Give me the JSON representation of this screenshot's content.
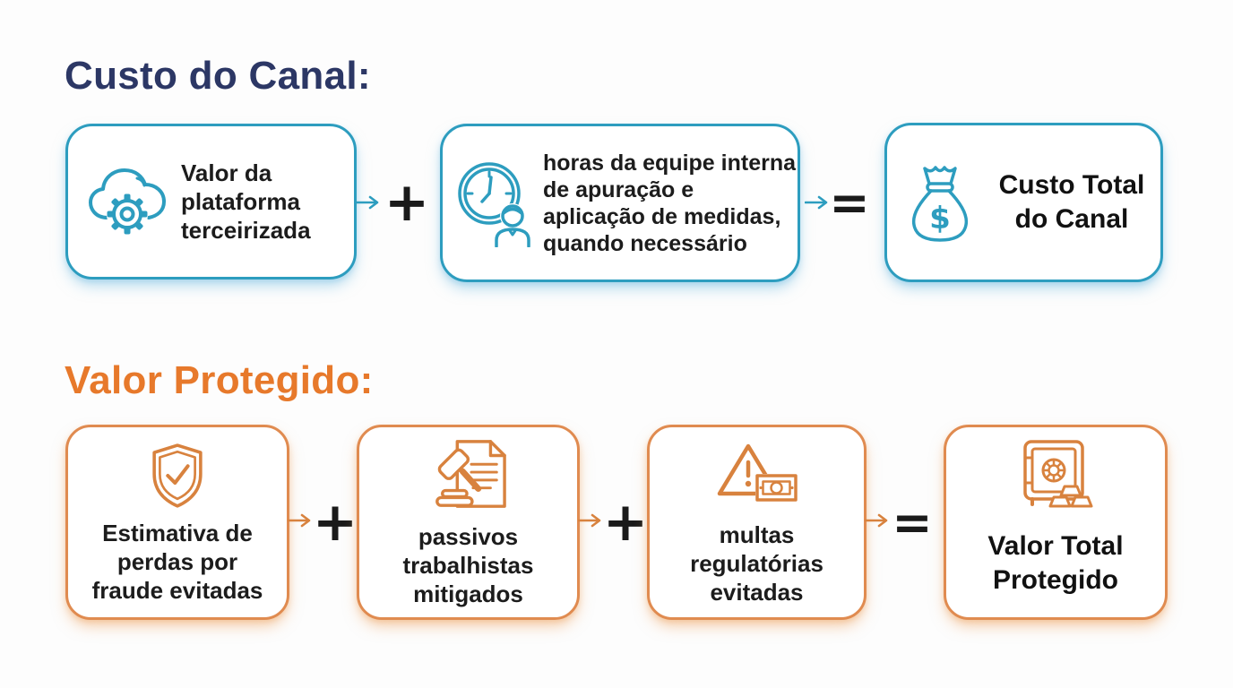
{
  "cost_row": {
    "title": "Custo do Canal:",
    "title_color": "#2c3765",
    "accent_color": "#2d9dbf",
    "boxes": [
      {
        "icon": "cloud-gear-icon",
        "label": "Valor da plataforma terceirizada"
      },
      {
        "icon": "clock-person-icon",
        "label": "horas da equipe interna de apuração e aplicação de medidas, quando necessário"
      },
      {
        "icon": "money-bag-icon",
        "label": "Custo Total do Canal",
        "emphasis": true
      }
    ],
    "operators": [
      "+",
      "="
    ]
  },
  "value_row": {
    "title": "Valor Protegido:",
    "title_color": "#e7792b",
    "accent_color": "#e08b50",
    "boxes": [
      {
        "icon": "shield-check-icon",
        "label": "Estimativa de perdas por fraude evitadas"
      },
      {
        "icon": "gavel-document-icon",
        "label": "passivos trabalhistas mitigados"
      },
      {
        "icon": "warning-money-icon",
        "label": "multas regulatórias evitadas"
      },
      {
        "icon": "safe-gold-icon",
        "label": "Valor Total Protegido",
        "emphasis": true
      }
    ],
    "operators": [
      "+",
      "+",
      "="
    ]
  },
  "text_color": "#1c1c1c",
  "operator_color": "#1a1a1a",
  "background_color": "#fdfdfd"
}
